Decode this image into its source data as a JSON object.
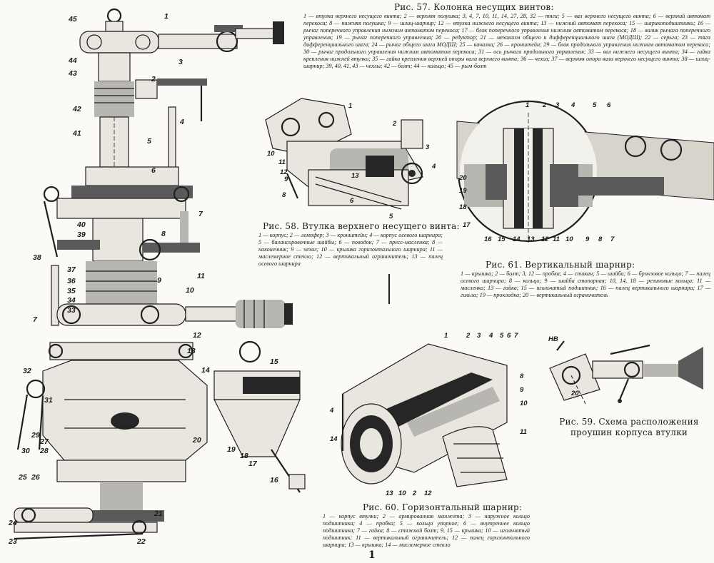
{
  "fig57": {
    "title": "Рис. 57. Колонка несущих винтов:",
    "legend": "1 — втулка верхнего несущего винта; 2 — верхняя полушка; 3, 4, 7, 10, 11, 14, 27, 28, 32 — тяги; 5 — вал верхнего несущего винта; 6 — верхний автомат перекоса; 8 — нижняя полушка; 9 — шлиц-шарнир; 12 — втулка нижнего несущего винта; 13 — нижний автомат перекоса; 15 — шарикоподшипники; 16 — рычаг поперечного управления нижним автоматом перекоса; 17 — блок поперечного управления нижним автоматом перекоса; 18 — валик рычага поперечного управления; 19 — рычаг поперечного управления; 20 — редуктор; 21 — механизм общего и дифференциального шага (МОДШ); 22 — серьга; 23 — тяга дифференциального шага; 24 — рычаг общего шага МОДШ; 25 — качалка; 26 — кронштейн; 29 — блок продольного управления нижним автоматом перекоса; 30 — рычаг продольного управления нижним автоматом перекоса; 31 — ось рычага продольного управления; 33 — вал нижнего несущего винта; 34 — гайка крепления нижней втулки; 35 — гайка крепления верхней опоры вала верхнего винта; 36 — чехол; 37 — верхняя опора вала верхнего несущего винта; 38 — шлиц-шарнир; 39, 40, 41, 43 — чехлы; 42 — болт; 44 — кольцо; 45 — рым-болт",
    "labels": [
      "45",
      "1",
      "3",
      "2",
      "44",
      "43",
      "42",
      "41",
      "5",
      "4",
      "6",
      "7",
      "40",
      "39",
      "8",
      "38",
      "37",
      "36",
      "35",
      "34",
      "33",
      "9",
      "10",
      "11",
      "7",
      "12",
      "13",
      "14",
      "15",
      "32",
      "31",
      "29",
      "30",
      "28",
      "27",
      "20",
      "19",
      "18",
      "17",
      "16",
      "25",
      "26",
      "24",
      "23",
      "22",
      "21"
    ]
  },
  "fig58": {
    "title": "Рис. 58. Втулка верхнего несущего винта:",
    "legend": "1 — корпус; 2 — лемпфер; 3 — кронштейн; 4 — корпус осевого шарнира; 5 — балансировочные шайбы; 6 — поводок; 7 — пресс-масленка; 8 — наконечник; 9 — чехол; 10 — крышка горизонтального шарнира; 11 — маслемерное стекло; 12 — вертикальный ограничитель; 13 — палец осевого шарнира",
    "labels": [
      "1",
      "2",
      "3",
      "4",
      "10",
      "11",
      "12",
      "9",
      "13",
      "8",
      "6",
      "5"
    ]
  },
  "fig59": {
    "title": "Рис. 59. Схема расположения проушин корпуса втулки",
    "labels": [
      "НВ",
      "20"
    ]
  },
  "fig60": {
    "title": "Рис. 60. Горизонтальный шарнир:",
    "legend": "1 — корпус втулки; 2 — армированная манжета; 3 — наружное кольцо подшипника; 4 — пробка; 5 — кольцо упорное; 6 — внутреннее кольцо подшипника; 7 — гайка; 8 — стяжной болт; 9, 15 — крышка; 10 — игольчатый подшипник; 11 — вертикальный ограничитель; 12 — палец горизонтального шарнира; 13 — крышка; 14 — маслемерное стекло",
    "labels": [
      "1",
      "2",
      "3",
      "4",
      "5",
      "6",
      "7",
      "8",
      "9",
      "10",
      "11",
      "4",
      "14",
      "13",
      "10",
      "2",
      "12"
    ]
  },
  "fig61": {
    "title": "Рис. 61. Вертикальный шарнир:",
    "legend": "1 — крышка; 2 — болт; 3, 12 — пробка; 4 — стакан; 5 — шайба; 6 — бронзовое кольцо; 7 — палец осевого шарнира; 8 — кольцо; 9 — шайба стопорная; 10, 14, 18 — резиновые кольца; 11 — масленка; 13 — гайка; 15 — игольчатый подшипник; 16 — палец вертикального шарнира; 17 — гильза; 19 — прокладка; 20 — вертикальный ограничитель",
    "labels": [
      "1",
      "2",
      "3",
      "4",
      "5",
      "6",
      "20",
      "19",
      "18",
      "17",
      "16",
      "15",
      "14",
      "13",
      "12",
      "11",
      "10",
      "9",
      "8",
      "7"
    ]
  },
  "page_number": "1"
}
